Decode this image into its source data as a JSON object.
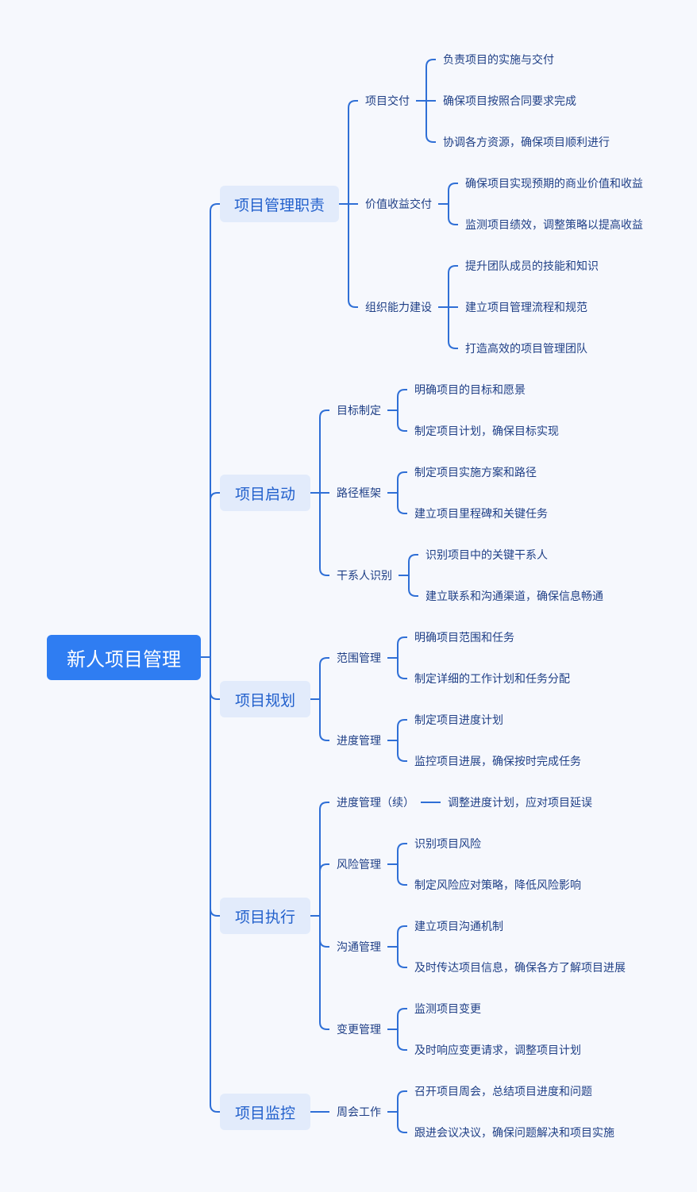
{
  "root": "新人项目管理",
  "line_color": "#2f6fd6",
  "branches": [
    {
      "label": "项目管理职责",
      "children": [
        {
          "label": "项目交付",
          "items": [
            "负责项目的实施与交付",
            "确保项目按照合同要求完成",
            "协调各方资源，确保项目顺利进行"
          ]
        },
        {
          "label": "价值收益交付",
          "items": [
            "确保项目实现预期的商业价值和收益",
            "监测项目绩效，调整策略以提高收益"
          ]
        },
        {
          "label": "组织能力建设",
          "items": [
            "提升团队成员的技能和知识",
            "建立项目管理流程和规范",
            "打造高效的项目管理团队"
          ]
        }
      ]
    },
    {
      "label": "项目启动",
      "children": [
        {
          "label": "目标制定",
          "items": [
            "明确项目的目标和愿景",
            "制定项目计划，确保目标实现"
          ]
        },
        {
          "label": "路径框架",
          "items": [
            "制定项目实施方案和路径",
            "建立项目里程碑和关键任务"
          ]
        },
        {
          "label": "干系人识别",
          "items": [
            "识别项目中的关键干系人",
            "建立联系和沟通渠道，确保信息畅通"
          ]
        }
      ]
    },
    {
      "label": "项目规划",
      "children": [
        {
          "label": "范围管理",
          "items": [
            "明确项目范围和任务",
            "制定详细的工作计划和任务分配"
          ]
        },
        {
          "label": "进度管理",
          "items": [
            "制定项目进度计划",
            "监控项目进展，确保按时完成任务"
          ]
        }
      ]
    },
    {
      "label": "项目执行",
      "children": [
        {
          "label": "进度管理（续）",
          "items": [
            "调整进度计划，应对项目延误"
          ]
        },
        {
          "label": "风险管理",
          "items": [
            "识别项目风险",
            "制定风险应对策略，降低风险影响"
          ]
        },
        {
          "label": "沟通管理",
          "items": [
            "建立项目沟通机制",
            "及时传达项目信息，确保各方了解项目进展"
          ]
        },
        {
          "label": "变更管理",
          "items": [
            "监测项目变更",
            "及时响应变更请求，调整项目计划"
          ]
        }
      ]
    },
    {
      "label": "项目监控",
      "children": [
        {
          "label": "周会工作",
          "items": [
            "召开项目周会，总结项目进度和问题",
            "跟进会议决议，确保问题解决和项目实施"
          ]
        }
      ]
    }
  ]
}
